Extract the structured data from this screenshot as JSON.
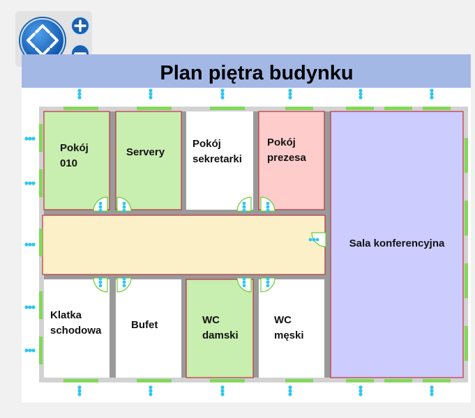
{
  "title": "Plan piętra budynku",
  "controls": {
    "pan_icon": "pan-arrows-icon",
    "zoom_in_icon": "plus-icon",
    "zoom_out_icon": "minus-icon"
  },
  "colors": {
    "green_room": "#c8eeb0",
    "pink_room": "#ffcccc",
    "corridor": "#fcf0c8",
    "conference": "#ccccff",
    "title_bar": "#a4b8e6",
    "door_arc": "#66cc33",
    "sensor": "#2ec6f0"
  },
  "rooms": [
    {
      "id": "pokoj-010",
      "lines": [
        "Pokój",
        "010"
      ],
      "fill": "green"
    },
    {
      "id": "servery",
      "lines": [
        "Servery"
      ],
      "fill": "green"
    },
    {
      "id": "pokoj-sekretarki",
      "lines": [
        "Pokój",
        "sekretarki"
      ],
      "fill": "white"
    },
    {
      "id": "pokoj-prezesa",
      "lines": [
        "Pokój",
        "prezesa"
      ],
      "fill": "pink"
    },
    {
      "id": "sala-konferencyjna",
      "lines": [
        "Sala konferencyjna"
      ],
      "fill": "conference"
    },
    {
      "id": "korytarz",
      "lines": [],
      "fill": "corridor"
    },
    {
      "id": "klatka-schodowa",
      "lines": [
        "Klatka",
        "schodowa"
      ],
      "fill": "white"
    },
    {
      "id": "bufet",
      "lines": [
        "Bufet"
      ],
      "fill": "white"
    },
    {
      "id": "wc-damski",
      "lines": [
        "WC",
        "damski"
      ],
      "fill": "green"
    },
    {
      "id": "wc-meski",
      "lines": [
        "WC",
        "męski"
      ],
      "fill": "white"
    }
  ]
}
